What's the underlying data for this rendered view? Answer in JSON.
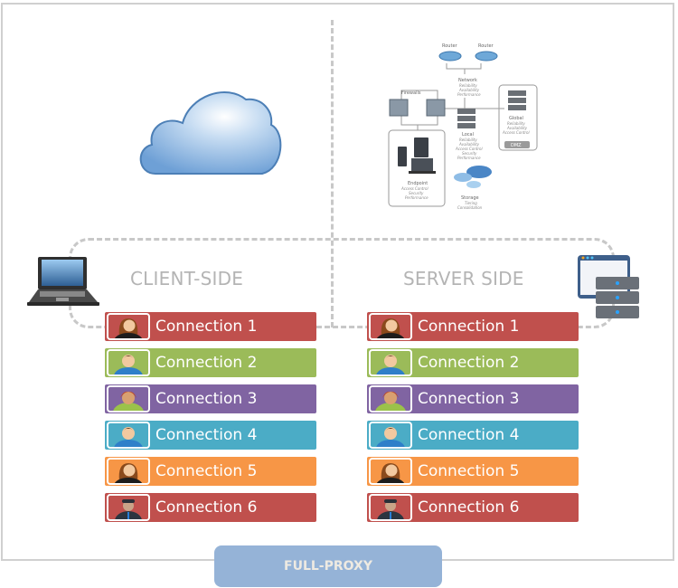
{
  "diagram": {
    "title_badge": "FULL-PROXY",
    "client_side_label": "CLIENT-SIDE",
    "server_side_label": "SERVER SIDE",
    "client_connections": [
      {
        "label": "Connection 1",
        "color": "#c0504d",
        "avatar": "woman-avatar"
      },
      {
        "label": "Connection 2",
        "color": "#9bbb59",
        "avatar": "man-avatar"
      },
      {
        "label": "Connection 3",
        "color": "#8064a2",
        "avatar": "redhead-avatar"
      },
      {
        "label": "Connection 4",
        "color": "#4bacc6",
        "avatar": "man-avatar"
      },
      {
        "label": "Connection 5",
        "color": "#f79646",
        "avatar": "woman-avatar"
      },
      {
        "label": "Connection 6",
        "color": "#c0504d",
        "avatar": "businessman-avatar"
      }
    ],
    "server_connections": [
      {
        "label": "Connection 1",
        "color": "#c0504d",
        "avatar": "woman-avatar"
      },
      {
        "label": "Connection 2",
        "color": "#9bbb59",
        "avatar": "man-avatar"
      },
      {
        "label": "Connection 3",
        "color": "#8064a2",
        "avatar": "redhead-avatar"
      },
      {
        "label": "Connection 4",
        "color": "#4bacc6",
        "avatar": "man-avatar"
      },
      {
        "label": "Connection 5",
        "color": "#f79646",
        "avatar": "woman-avatar"
      },
      {
        "label": "Connection 6",
        "color": "#c0504d",
        "avatar": "businessman-avatar"
      }
    ],
    "network_diagram": {
      "router_left": "Router",
      "router_right": "Router",
      "network": {
        "title": "Network",
        "lines": [
          "Reliability",
          "Availability",
          "Performance"
        ]
      },
      "firewalls": "Firewalls",
      "local": {
        "title": "Local",
        "lines": [
          "Reliability",
          "Availability",
          "Access Control",
          "Security",
          "Performance"
        ]
      },
      "global": {
        "title": "Global",
        "lines": [
          "Reliability",
          "Availability",
          "Access Control"
        ]
      },
      "dmz": "DMZ",
      "endpoint": {
        "title": "Endpoint",
        "lines": [
          "Access Control",
          "Security",
          "Performance"
        ]
      },
      "storage": {
        "title": "Storage",
        "lines": [
          "Tiering",
          "Consolidation"
        ]
      }
    }
  }
}
